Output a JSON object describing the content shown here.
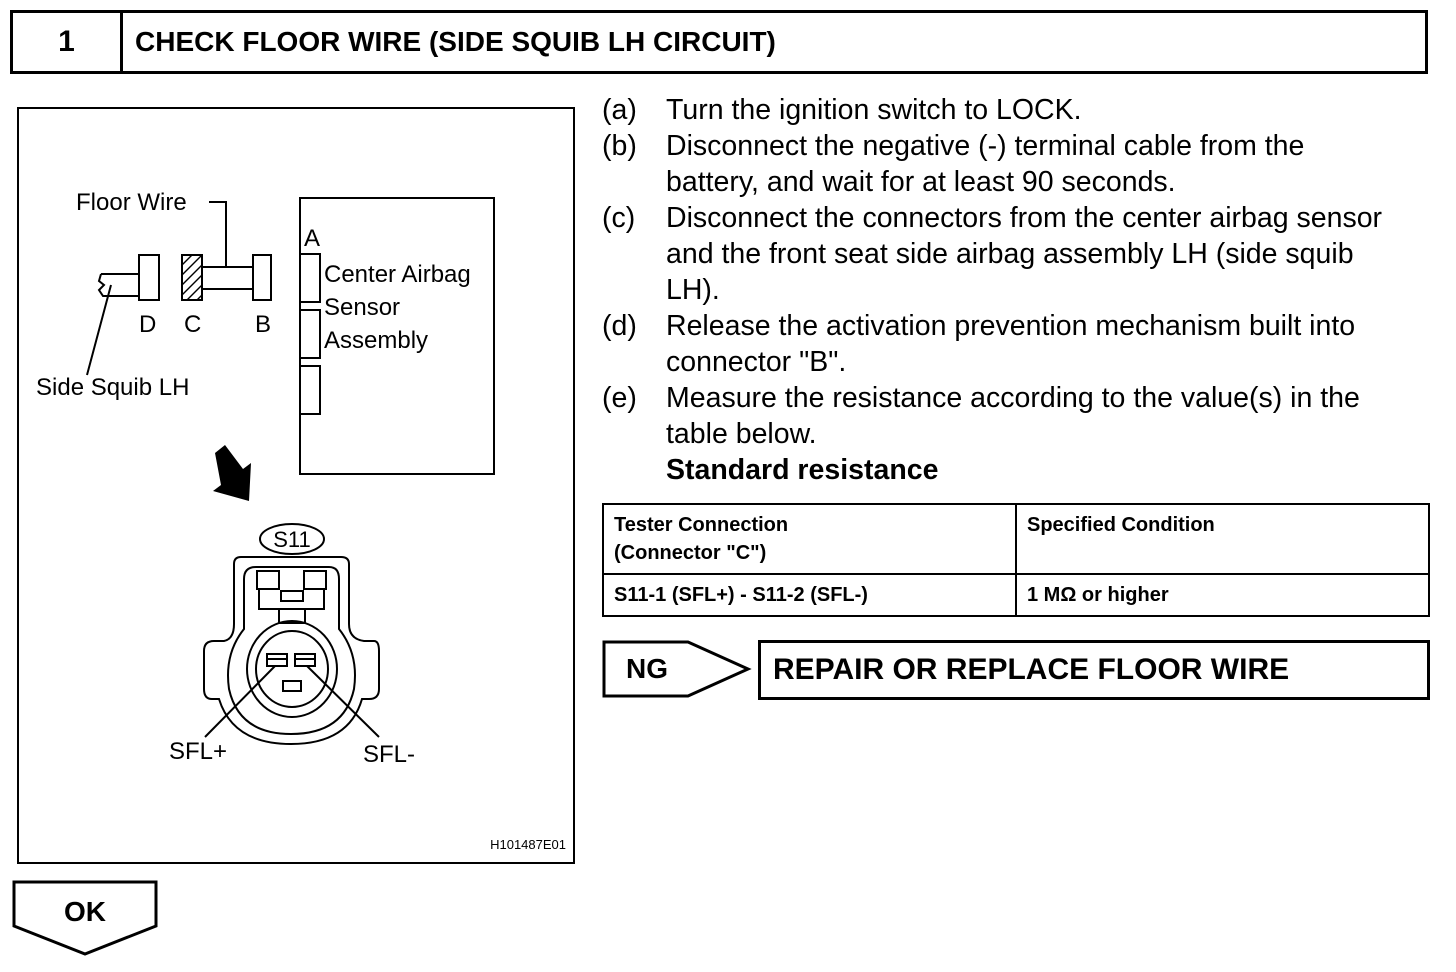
{
  "header": {
    "step_number": "1",
    "title": "CHECK FLOOR WIRE (SIDE SQUIB LH CIRCUIT)"
  },
  "figure": {
    "floor_wire_label": "Floor Wire",
    "connector_labels": {
      "a": "A",
      "b": "B",
      "c": "C",
      "d": "D"
    },
    "sensor_label_lines": [
      "Center Airbag",
      "Sensor",
      "Assembly"
    ],
    "side_squib_label": "Side Squib LH",
    "connector_code": "S11",
    "pin_plus_label": "SFL+",
    "pin_minus_label": "SFL-",
    "figure_id": "H101487E01"
  },
  "instructions": [
    {
      "label": "(a)",
      "lines": [
        "Turn the ignition switch to LOCK."
      ]
    },
    {
      "label": "(b)",
      "lines": [
        "Disconnect the negative (-) terminal cable from the",
        "battery, and wait for at least 90 seconds."
      ]
    },
    {
      "label": "(c)",
      "lines": [
        "Disconnect the connectors from the center airbag sensor",
        "and the front seat side airbag assembly LH (side squib",
        "LH)."
      ]
    },
    {
      "label": "(d)",
      "lines": [
        "Release the activation prevention mechanism built into",
        "connector \"B\"."
      ]
    },
    {
      "label": "(e)",
      "lines": [
        "Measure the resistance according to the value(s) in the",
        "table below."
      ]
    }
  ],
  "standard_heading": "Standard resistance",
  "table": {
    "headers": [
      "Tester Connection\n(Connector \"C\")",
      "Specified Condition"
    ],
    "rows": [
      [
        "S11-1 (SFL+) - S11-2 (SFL-)",
        "1 MΩ or higher"
      ]
    ]
  },
  "ng": {
    "label": "NG",
    "action": "REPAIR OR REPLACE FLOOR WIRE"
  },
  "ok": {
    "label": "OK"
  }
}
